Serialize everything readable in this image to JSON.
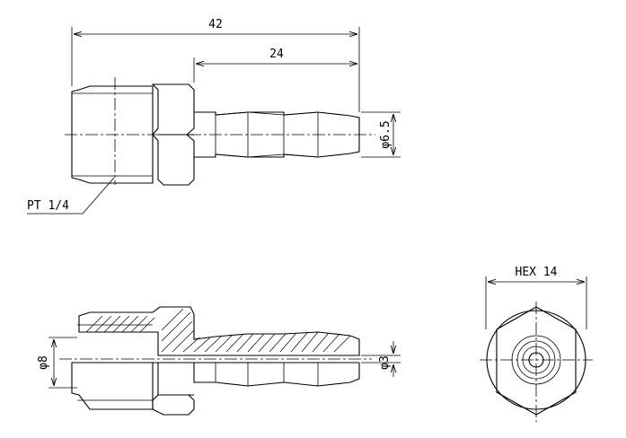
{
  "dimensions": {
    "overall_length": "42",
    "barb_length": "24",
    "barb_diameter": "φ6.5",
    "thread": "PT 1/4",
    "bore_inlet": "φ8",
    "bore_outlet": "φ3",
    "hex_size": "HEX 14"
  }
}
